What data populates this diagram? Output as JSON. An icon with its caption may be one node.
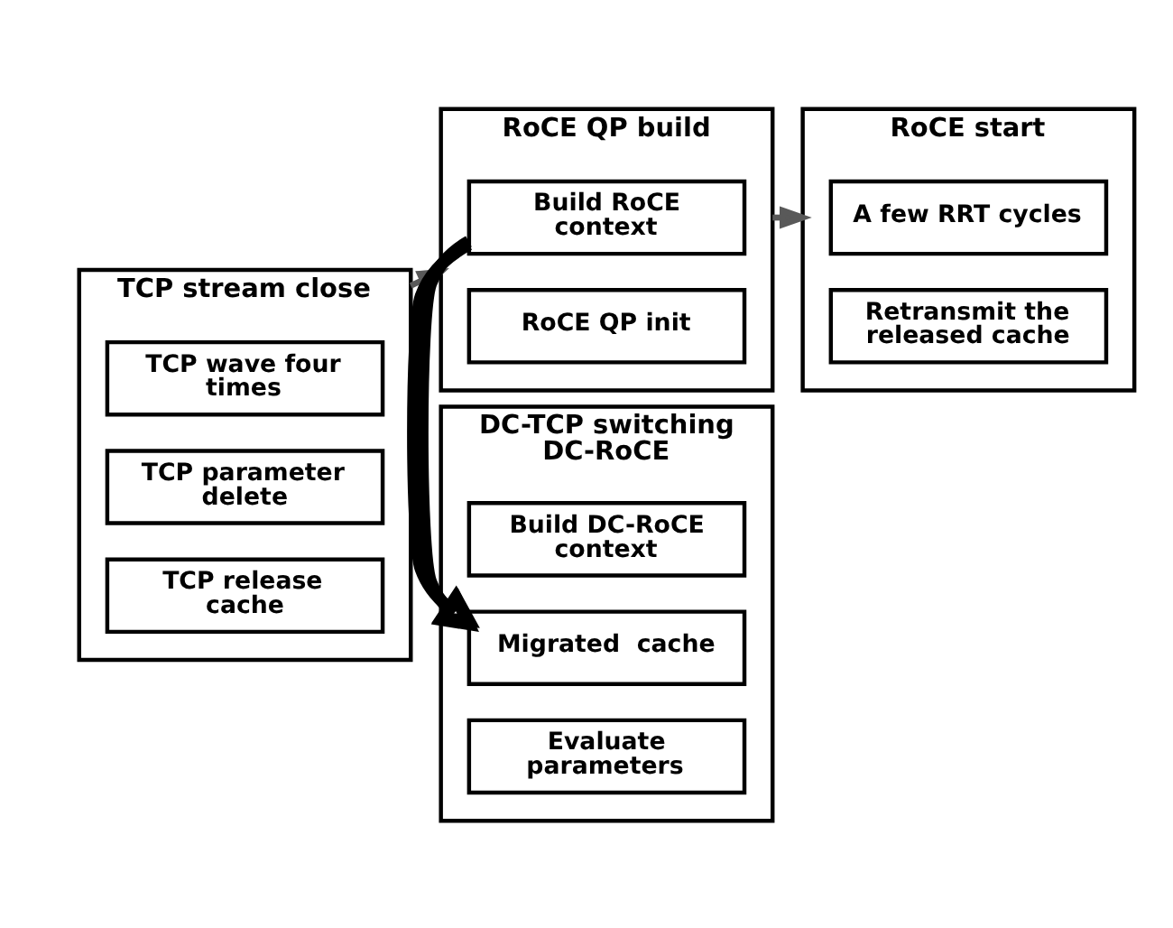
{
  "diagram": {
    "nodes": [
      {
        "text": [
          "TCP stream close"
        ]
      },
      {
        "text": [
          "TCP release cache"
        ],
        "in": 0
      },
      {
        "text": [
          "TCP wave four times"
        ],
        "in": 0
      },
      {
        "text": [
          "TCP parameter delete"
        ],
        "in": 0
      },
      {
        "text": [
          "RoCE QP build"
        ]
      },
      {
        "text": [
          "RoCE QP init"
        ],
        "in": 4
      },
      {
        "text": [
          "Build RoCE context"
        ],
        "in": 4
      },
      {
        "text": [
          "RoCE start"
        ]
      },
      {
        "text": [
          "Retransmit the released cache"
        ],
        "in": 7
      },
      {
        "text": [
          "A few RRT cycles"
        ],
        "in": 7
      },
      {
        "text": [
          "DC-TCP switching DC-RoCE"
        ]
      },
      {
        "text": [
          "Evaluate parameters"
        ],
        "in": 10
      },
      {
        "text": [
          "Migrated  cache"
        ],
        "in": 10
      },
      {
        "text": [
          "Build DC-RoCE context"
        ],
        "in": 10
      }
    ],
    "edges": [
      {
        "from": 0,
        "to": 4,
        "arrow": "to"
      },
      {
        "from": 4,
        "to": 7,
        "arrow": "to"
      },
      {
        "from": 4,
        "to": 10,
        "arrow": "to",
        "style": "thick",
        "color": "#000000"
      }
    ]
  }
}
